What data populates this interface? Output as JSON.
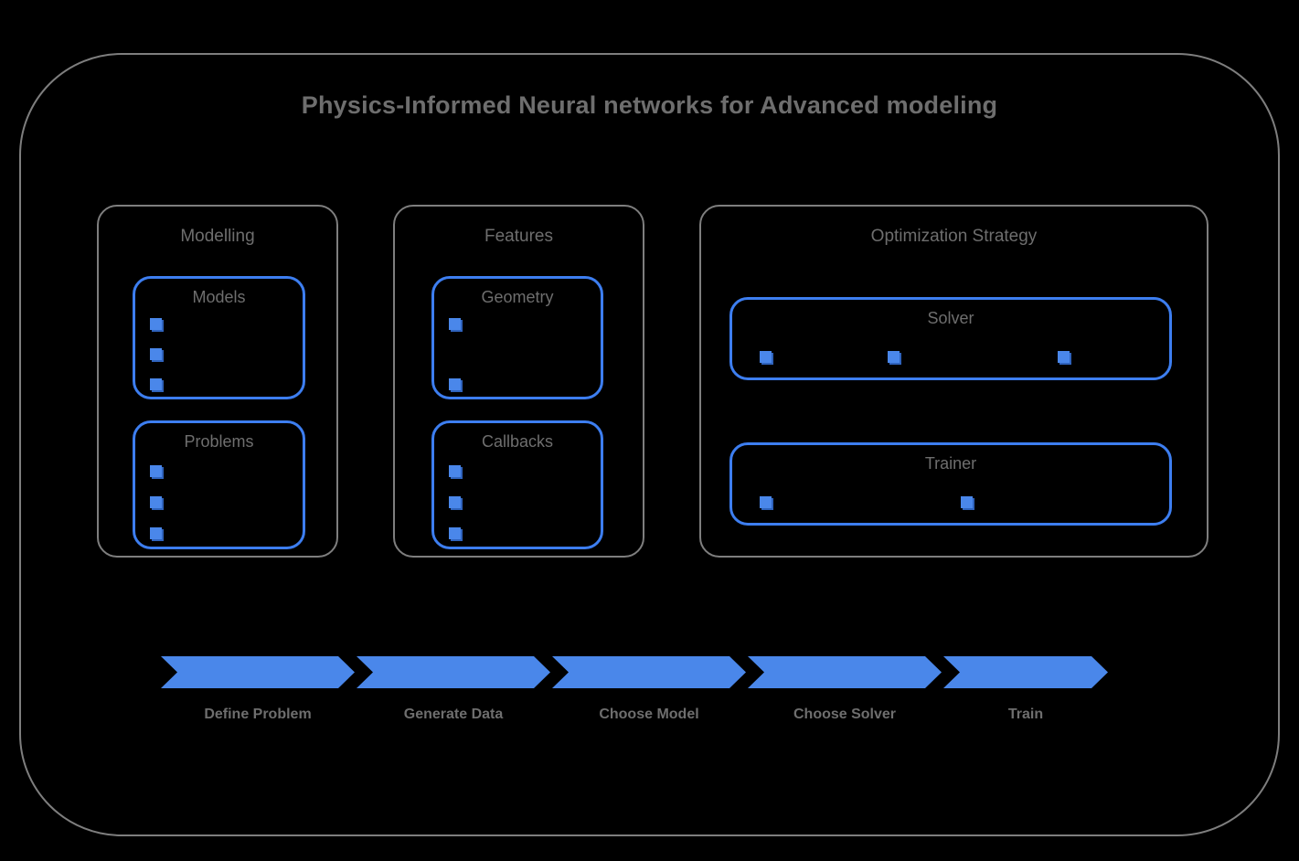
{
  "diagram": {
    "title": "Physics-Informed Neural networks for Advanced modeling",
    "background_color": "#000000",
    "frame_border_color": "#7e7e7e",
    "text_color": "#6e6e6e",
    "accent_color": "#4a87ea",
    "accent_border_color": "#3d7ef0",
    "cube_shadow_color": "#2f63bd"
  },
  "groups": [
    {
      "id": "modelling",
      "label": "Modelling",
      "subgroups": [
        {
          "id": "models",
          "label": "Models",
          "item_count": 3,
          "item_icon": "cube-icon",
          "item_layout": "vertical"
        },
        {
          "id": "problems",
          "label": "Problems",
          "item_count": 3,
          "item_icon": "cube-icon",
          "item_layout": "vertical"
        }
      ]
    },
    {
      "id": "features",
      "label": "Features",
      "subgroups": [
        {
          "id": "geometry",
          "label": "Geometry",
          "item_count": 2,
          "item_icon": "cube-icon",
          "item_layout": "vertical"
        },
        {
          "id": "callbacks",
          "label": "Callbacks",
          "item_count": 3,
          "item_icon": "cube-icon",
          "item_layout": "vertical"
        }
      ]
    },
    {
      "id": "optimization",
      "label": "Optimization Strategy",
      "subgroups": [
        {
          "id": "solver",
          "label": "Solver",
          "item_count": 3,
          "item_icon": "cube-icon",
          "item_layout": "horizontal"
        },
        {
          "id": "trainer",
          "label": "Trainer",
          "item_count": 2,
          "item_icon": "cube-icon",
          "item_layout": "horizontal"
        }
      ]
    }
  ],
  "flow": {
    "steps": [
      {
        "label": "Define Problem"
      },
      {
        "label": "Generate Data"
      },
      {
        "label": "Choose Model"
      },
      {
        "label": "Choose Solver"
      },
      {
        "label": "Train"
      }
    ]
  }
}
